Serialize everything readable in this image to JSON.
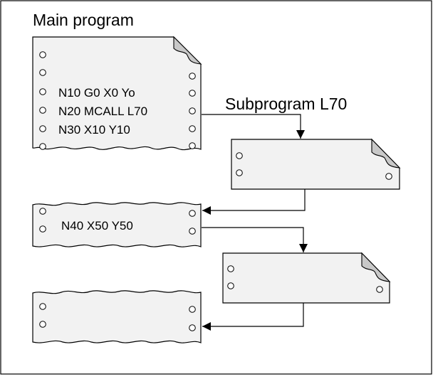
{
  "diagram": {
    "main_program_label": "Main program",
    "subprogram_label": "Subprogram L70",
    "main_block_lines": [
      "N10 G0 X0 Yo",
      "N20 MCALL L70",
      "N30 X10 Y10"
    ],
    "second_block_line": "N40 X50 Y50",
    "colors": {
      "stroke": "#000000",
      "page": "#f2f2f2",
      "fold": "#c8c8c8",
      "background": "#ffffff"
    }
  }
}
